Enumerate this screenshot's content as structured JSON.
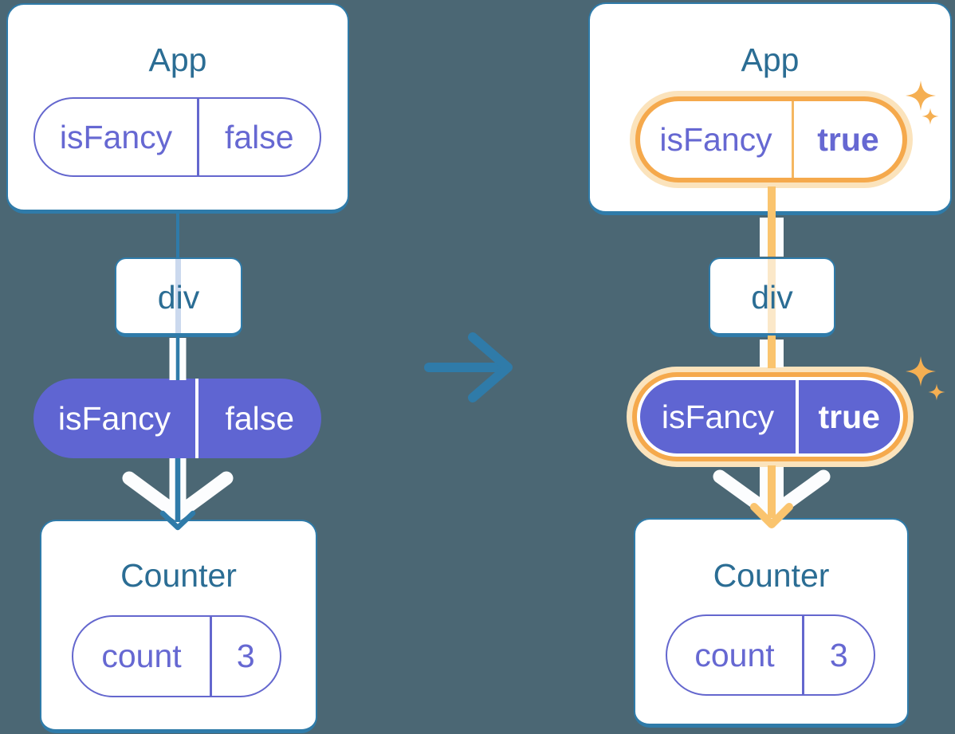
{
  "colors": {
    "background": "#4B6774",
    "card_fill": "#FFFFFF",
    "card_border": "#2F7BA9",
    "title_text": "#2B6D94",
    "purple_text": "#6668D2",
    "purple_border": "#6467CE",
    "purple_pill_fill": "#5F65D2",
    "connector_teal": "#2F7BA9",
    "connector_white": "#FCFDFE",
    "connector_orange": "#FAC46E",
    "highlight_ring_orange": "#F5A94C",
    "highlight_glow": "#FBE3BC",
    "pale_blue_pass_line": "#CBD9EE",
    "pale_orange_pass_line": "#FBE8C9",
    "sparkle_orange": "#F5AF52"
  },
  "icons": {
    "transition_arrow": "right-arrow",
    "sparkle": "four-point-star",
    "flow_arrowhead": "down-chevron"
  },
  "left": {
    "app": {
      "title": "App",
      "state": {
        "label": "isFancy",
        "value": "false"
      }
    },
    "div": {
      "title": "div"
    },
    "prop": {
      "label": "isFancy",
      "value": "false"
    },
    "counter": {
      "title": "Counter",
      "state": {
        "label": "count",
        "value": "3"
      }
    }
  },
  "right": {
    "app": {
      "title": "App",
      "state": {
        "label": "isFancy",
        "value": "true"
      }
    },
    "div": {
      "title": "div"
    },
    "prop": {
      "label": "isFancy",
      "value": "true"
    },
    "counter": {
      "title": "Counter",
      "state": {
        "label": "count",
        "value": "3"
      }
    }
  }
}
